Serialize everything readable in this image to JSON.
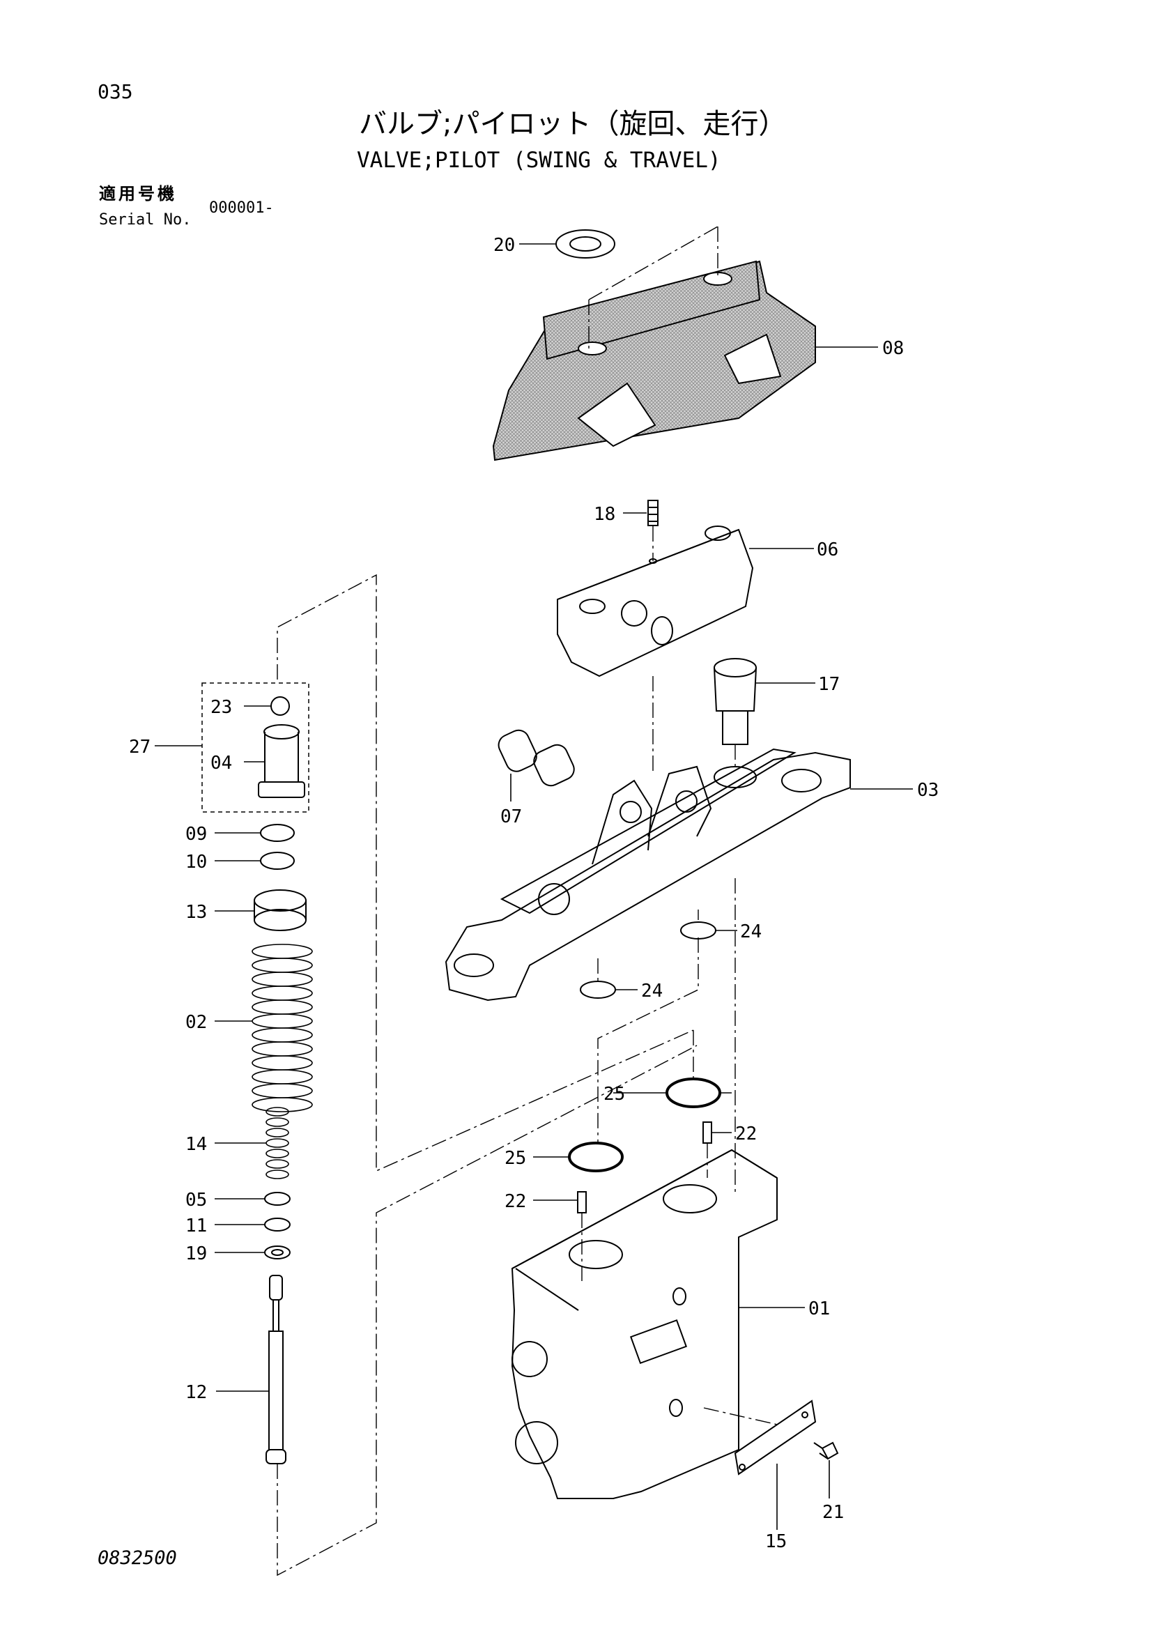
{
  "page": {
    "page_number": "035",
    "title_jp": "バルブ;パイロット（旋回、走行）",
    "title_en": "VALVE;PILOT (SWING & TRAVEL)",
    "serial_label_jp": "適用号機",
    "serial_label_en": "Serial No.",
    "serial_value": "000001-",
    "doc_number": "0832500"
  },
  "parts": [
    {
      "id": "p20",
      "label": "20"
    },
    {
      "id": "p08",
      "label": "08"
    },
    {
      "id": "p18",
      "label": "18"
    },
    {
      "id": "p06",
      "label": "06"
    },
    {
      "id": "p17",
      "label": "17"
    },
    {
      "id": "p03",
      "label": "03"
    },
    {
      "id": "p07",
      "label": "07"
    },
    {
      "id": "p24a",
      "label": "24"
    },
    {
      "id": "p24b",
      "label": "24"
    },
    {
      "id": "p25a",
      "label": "25"
    },
    {
      "id": "p25b",
      "label": "25"
    },
    {
      "id": "p22a",
      "label": "22"
    },
    {
      "id": "p22b",
      "label": "22"
    },
    {
      "id": "p01",
      "label": "01"
    },
    {
      "id": "p15",
      "label": "15"
    },
    {
      "id": "p21",
      "label": "21"
    },
    {
      "id": "p23",
      "label": "23"
    },
    {
      "id": "p27",
      "label": "27"
    },
    {
      "id": "p04",
      "label": "04"
    },
    {
      "id": "p09",
      "label": "09"
    },
    {
      "id": "p10",
      "label": "10"
    },
    {
      "id": "p13",
      "label": "13"
    },
    {
      "id": "p02",
      "label": "02"
    },
    {
      "id": "p14",
      "label": "14"
    },
    {
      "id": "p05",
      "label": "05"
    },
    {
      "id": "p11",
      "label": "11"
    },
    {
      "id": "p19",
      "label": "19"
    },
    {
      "id": "p12",
      "label": "12"
    }
  ]
}
